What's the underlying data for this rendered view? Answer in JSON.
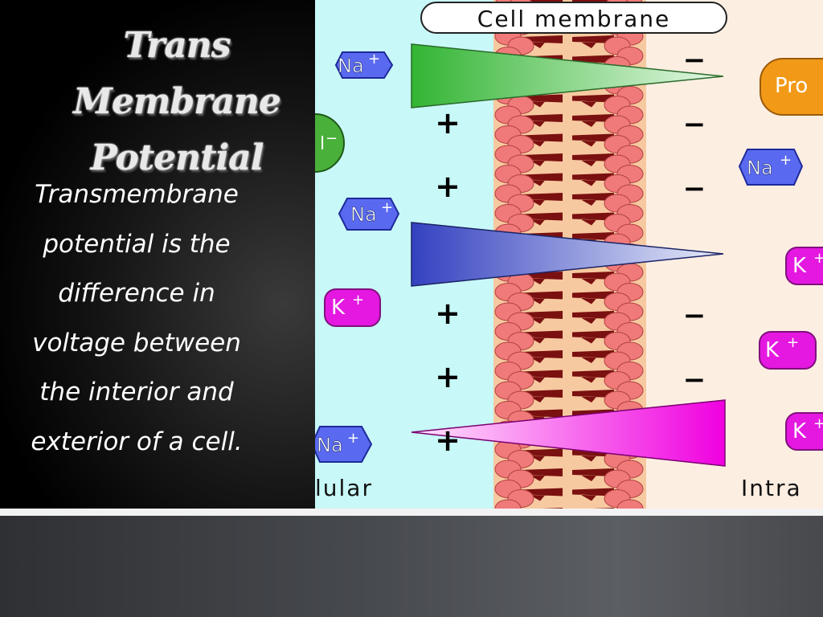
{
  "slide": {
    "title_lines": [
      "Trans",
      "Membrane",
      "Potential"
    ],
    "body_lines": [
      "Transmembrane",
      "potential is the",
      "difference in",
      "voltage between",
      "the interior and",
      "exterior of a cell."
    ]
  },
  "diagram": {
    "membrane_label": "Cell membrane",
    "extracellular_label": "lular",
    "intracellular_label": "Intra",
    "ions": {
      "na": "Na",
      "k": "K",
      "pro": "Pro",
      "cl_partial": "l",
      "plus_sup": "+",
      "minus_sup": "−"
    },
    "charges": {
      "positive": "+",
      "negative": "−"
    },
    "colors": {
      "extracellular_bg": "#c8f8f8",
      "intracellular_bg": "#fdeee2",
      "na_gradient": "#3cb93c",
      "k_gradient": "#3847c0",
      "third_gradient": "#f000e0",
      "sodium_ion": "#5a6af0",
      "potassium_ion": "#e418e0",
      "protein_ion": "#f29a18",
      "chloride_ion": "#49b03a",
      "lipid_head": "#f07a7a",
      "lipid_tail": "#7a1010",
      "membrane_core": "#f7c9a0"
    }
  }
}
